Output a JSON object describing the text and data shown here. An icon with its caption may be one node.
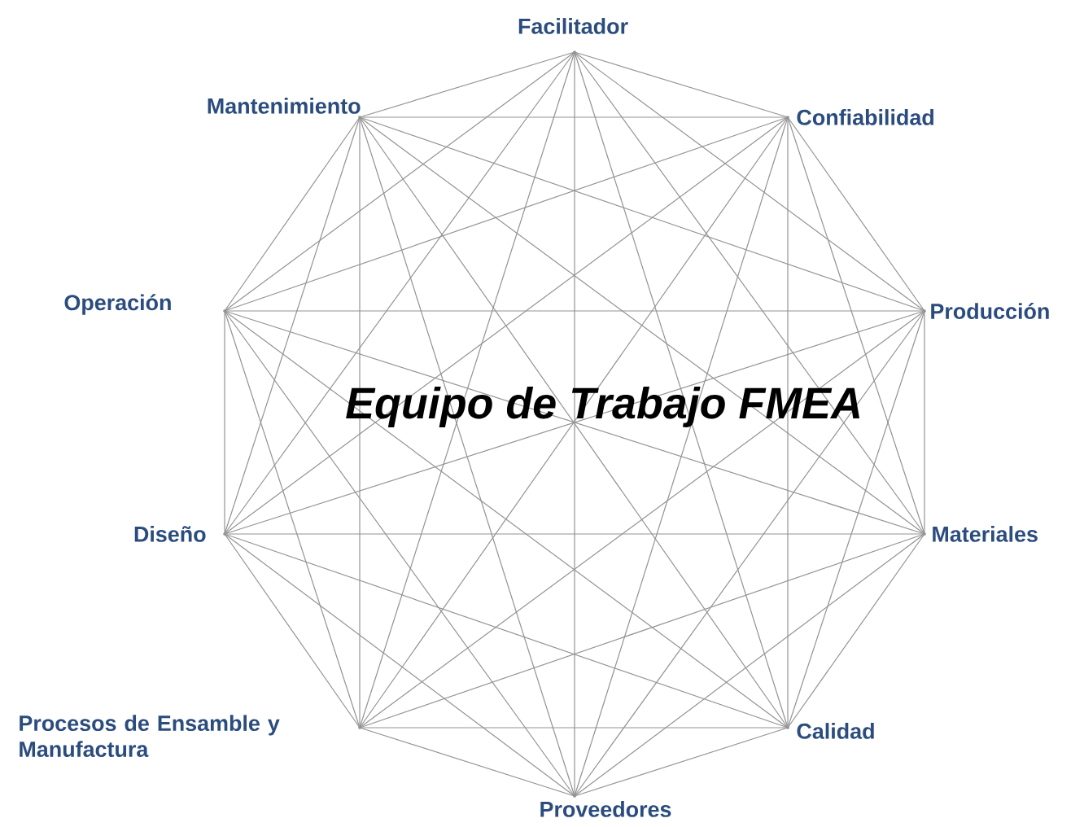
{
  "diagram": {
    "title": "Equipo de Trabajo FMEA",
    "nodes": [
      {
        "text": [
          "Facilitador"
        ]
      },
      {
        "text": [
          "Mantenimiento"
        ]
      },
      {
        "text": [
          "Confiabilidad"
        ]
      },
      {
        "text": [
          "Operación"
        ]
      },
      {
        "text": [
          "Producción"
        ]
      },
      {
        "text": [
          "Diseño"
        ]
      },
      {
        "text": [
          "Materiales"
        ]
      },
      {
        "text": [
          "Procesos de Ensamble y Manufactura"
        ]
      },
      {
        "text": [
          "Calidad"
        ]
      },
      {
        "text": [
          "Proveedores"
        ]
      }
    ],
    "edges": [
      {
        "from": 0,
        "to": 1,
        "arrow": "none"
      },
      {
        "from": 0,
        "to": 2,
        "arrow": "none"
      },
      {
        "from": 0,
        "to": 3,
        "arrow": "none"
      },
      {
        "from": 0,
        "to": 4,
        "arrow": "none"
      },
      {
        "from": 0,
        "to": 5,
        "arrow": "none"
      },
      {
        "from": 0,
        "to": 6,
        "arrow": "none"
      },
      {
        "from": 0,
        "to": 7,
        "arrow": "none"
      },
      {
        "from": 0,
        "to": 8,
        "arrow": "none"
      },
      {
        "from": 0,
        "to": 9,
        "arrow": "none"
      },
      {
        "from": 1,
        "to": 2,
        "arrow": "none"
      },
      {
        "from": 1,
        "to": 3,
        "arrow": "none"
      },
      {
        "from": 1,
        "to": 4,
        "arrow": "none"
      },
      {
        "from": 1,
        "to": 5,
        "arrow": "none"
      },
      {
        "from": 1,
        "to": 6,
        "arrow": "none"
      },
      {
        "from": 1,
        "to": 7,
        "arrow": "none"
      },
      {
        "from": 1,
        "to": 8,
        "arrow": "none"
      },
      {
        "from": 1,
        "to": 9,
        "arrow": "none"
      },
      {
        "from": 2,
        "to": 3,
        "arrow": "none"
      },
      {
        "from": 2,
        "to": 4,
        "arrow": "none"
      },
      {
        "from": 2,
        "to": 5,
        "arrow": "none"
      },
      {
        "from": 2,
        "to": 6,
        "arrow": "none"
      },
      {
        "from": 2,
        "to": 7,
        "arrow": "none"
      },
      {
        "from": 2,
        "to": 8,
        "arrow": "none"
      },
      {
        "from": 2,
        "to": 9,
        "arrow": "none"
      },
      {
        "from": 3,
        "to": 4,
        "arrow": "none"
      },
      {
        "from": 3,
        "to": 5,
        "arrow": "none"
      },
      {
        "from": 3,
        "to": 6,
        "arrow": "none"
      },
      {
        "from": 3,
        "to": 7,
        "arrow": "none"
      },
      {
        "from": 3,
        "to": 8,
        "arrow": "none"
      },
      {
        "from": 3,
        "to": 9,
        "arrow": "none"
      },
      {
        "from": 4,
        "to": 5,
        "arrow": "none"
      },
      {
        "from": 4,
        "to": 6,
        "arrow": "none"
      },
      {
        "from": 4,
        "to": 7,
        "arrow": "none"
      },
      {
        "from": 4,
        "to": 8,
        "arrow": "none"
      },
      {
        "from": 4,
        "to": 9,
        "arrow": "none"
      },
      {
        "from": 5,
        "to": 6,
        "arrow": "none"
      },
      {
        "from": 5,
        "to": 7,
        "arrow": "none"
      },
      {
        "from": 5,
        "to": 8,
        "arrow": "none"
      },
      {
        "from": 5,
        "to": 9,
        "arrow": "none"
      },
      {
        "from": 6,
        "to": 7,
        "arrow": "none"
      },
      {
        "from": 6,
        "to": 8,
        "arrow": "none"
      },
      {
        "from": 6,
        "to": 9,
        "arrow": "none"
      },
      {
        "from": 7,
        "to": 8,
        "arrow": "none"
      },
      {
        "from": 7,
        "to": 9,
        "arrow": "none"
      },
      {
        "from": 8,
        "to": 9,
        "arrow": "none"
      }
    ]
  }
}
